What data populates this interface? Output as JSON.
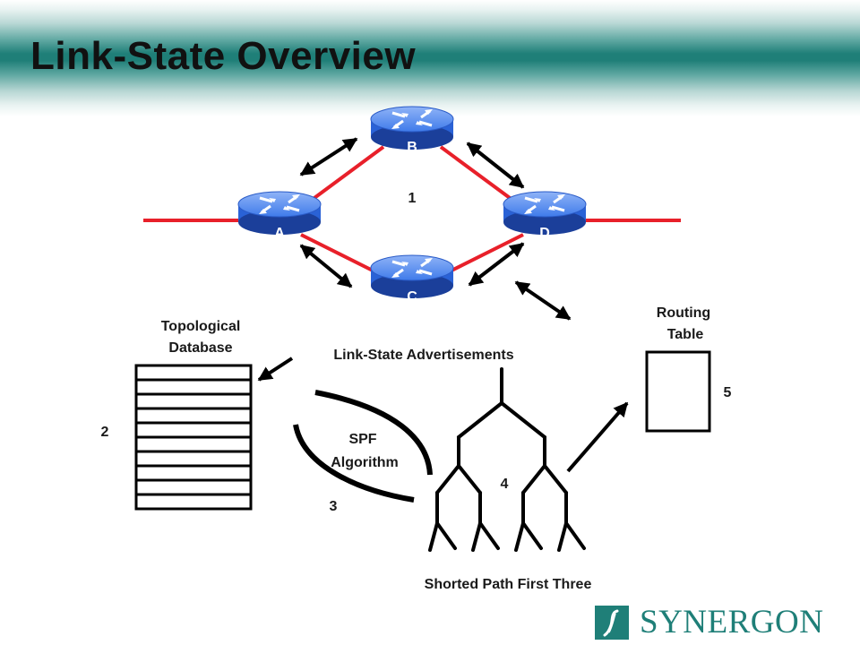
{
  "title": "Link-State Overview",
  "routers": {
    "a": "A",
    "b": "B",
    "c": "C",
    "d": "D"
  },
  "steps": {
    "s1": "1",
    "s2": "2",
    "s3": "3",
    "s4": "4",
    "s5": "5"
  },
  "labels": {
    "topo_line1": "Topological",
    "topo_line2": "Database",
    "lsa": "Link-State Advertisements",
    "routing_line1": "Routing",
    "routing_line2": "Table",
    "spf_line1": "SPF",
    "spf_line2": "Algorithm",
    "spt": "Shorted Path First Three"
  },
  "logo": {
    "text": "SYNERGON"
  },
  "colors": {
    "link": "#e8202a",
    "router": "#2f6fe0",
    "router_dark": "#1b3f9a",
    "brand": "#1f7f78"
  }
}
